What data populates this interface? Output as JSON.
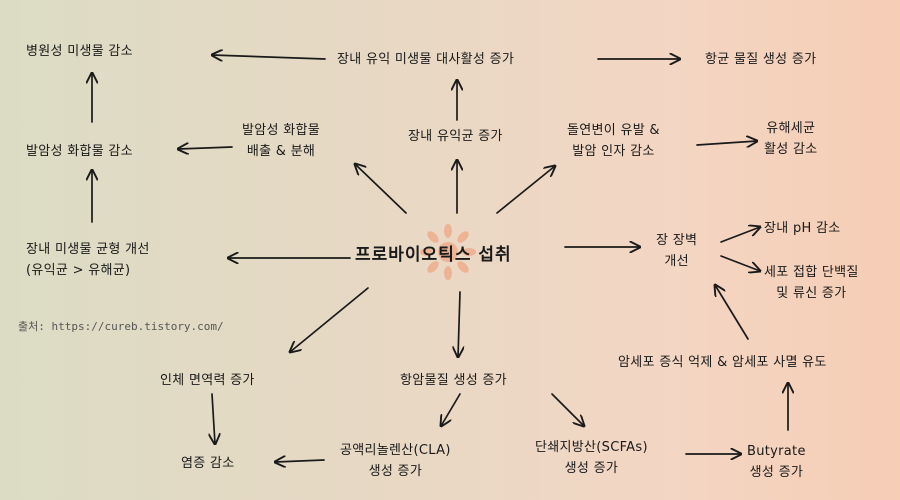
{
  "nodes": {
    "center": "프로바이오틱스 섭취",
    "top_center": "장내 유익 미생물 대사활성 증가",
    "antibacterial": "항균 물질 생성 증가",
    "pathogen_decrease": "병원성 미생물 감소",
    "carcinogen_excretion": [
      "발암성 화합물",
      "배출 & 분해"
    ],
    "carcinogen_decrease": "발암성 화합물 감소",
    "beneficial_increase": "장내 유익균 증가",
    "mutation": [
      "돌연변이 유발 &",
      "발암 인자 감소"
    ],
    "harmful_activity": [
      "유해세균",
      "활성 감소"
    ],
    "microbe_balance": [
      "장내 미생물 균형 개선",
      "(유익균 > 유해균)"
    ],
    "gut_barrier": [
      "장 장벽",
      "개선"
    ],
    "ph_decrease": "장내 pH 감소",
    "tight_junction": [
      "세포 접합 단백질",
      "및 류신 증가"
    ],
    "immunity": "인체 면역력 증가",
    "anticancer": "항암물질 생성 증가",
    "cancer_cell": "암세포 증식 억제 & 암세포 사멸 유도",
    "inflammation": "염증 감소",
    "cla": [
      "공액리놀렌산(CLA)",
      "생성 증가"
    ],
    "scfa": [
      "단쇄지방산(SCFAs)",
      "생성 증가"
    ],
    "butyrate": [
      "Butyrate",
      "생성 증가"
    ]
  },
  "source": "출처: https://cureb.tistory.com/",
  "colors": {
    "text": "#1a1a1a",
    "sun": "#f0a07c",
    "arrow": "#1a1a1a"
  }
}
